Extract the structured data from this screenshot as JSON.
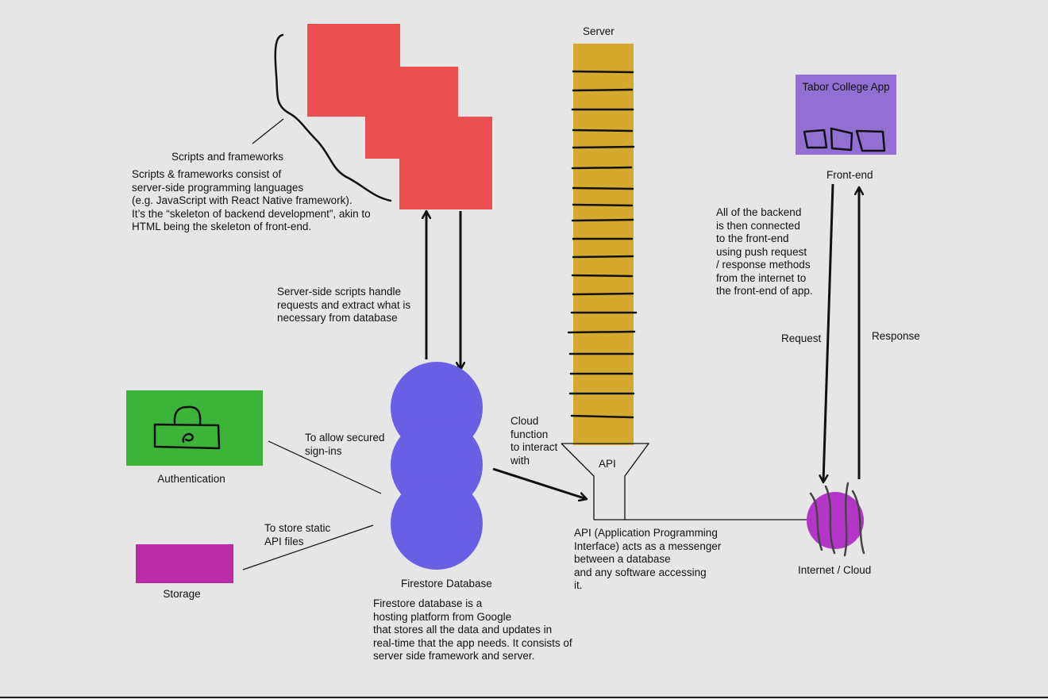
{
  "colors": {
    "background": "#e6e6e6",
    "scripts_blocks": "#ec4f4f",
    "server": "#d4aa2e",
    "app": "#916fd3",
    "authentication": "#3cb43a",
    "storage": "#bb2ba8",
    "database": "#6a5ee4",
    "internet": "#b436c9",
    "ink": "#111111"
  },
  "scripts": {
    "label": "Scripts and frameworks",
    "description": "Scripts & frameworks consist of\nserver-side programming languages\n(e.g. JavaScript with React Native framework).\nIt’s the “skeleton of backend development”, akin to\nHTML being the skeleton of front-end.",
    "handle_note": "Server-side scripts handle\nrequests and extract what is\nnecessary from database"
  },
  "server": {
    "label": "Server",
    "api_label": "API",
    "cloud_function_note": "Cloud\nfunction\nto interact\nwith",
    "api_description": "API (Application Programming\nInterface) acts as a messenger\nbetween a database\nand any software accessing\nit."
  },
  "frontend": {
    "app_title": "Tabor College App",
    "label": "Front-end",
    "connection_note": "All of the backend\nis then connected\nto the front-end\nusing push request\n/ response methods\nfrom the internet to\nthe front-end of app.",
    "request_label": "Request",
    "response_label": "Response"
  },
  "internet": {
    "label": "Internet / Cloud"
  },
  "authentication": {
    "label": "Authentication",
    "note": "To allow secured\nsign-ins"
  },
  "storage": {
    "label": "Storage",
    "note": "To store static\nAPI files"
  },
  "database": {
    "label": "Firestore Database",
    "description": "Firestore database is a\nhosting platform from Google\nthat stores all the data and updates in\nreal-time that the app needs. It consists of\nserver side framework and server."
  }
}
